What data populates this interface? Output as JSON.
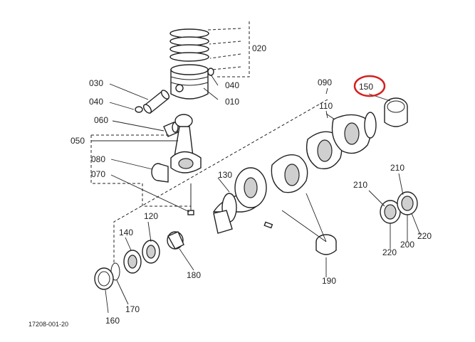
{
  "diagram": {
    "drawing_number": "17208-001-20",
    "highlight_color": "#d42020",
    "highlighted_part": "150",
    "part_labels": {
      "p010": "010",
      "p020": "020",
      "p030": "030",
      "p040a": "040",
      "p040b": "040",
      "p050": "050",
      "p060": "060",
      "p070": "070",
      "p080": "080",
      "p090": "090",
      "p110": "110",
      "p120": "120",
      "p130": "130",
      "p140": "140",
      "p150": "150",
      "p160": "160",
      "p170": "170",
      "p180": "180",
      "p190": "190",
      "p200": "200",
      "p210a": "210",
      "p210b": "210",
      "p220a": "220",
      "p220b": "220"
    }
  }
}
